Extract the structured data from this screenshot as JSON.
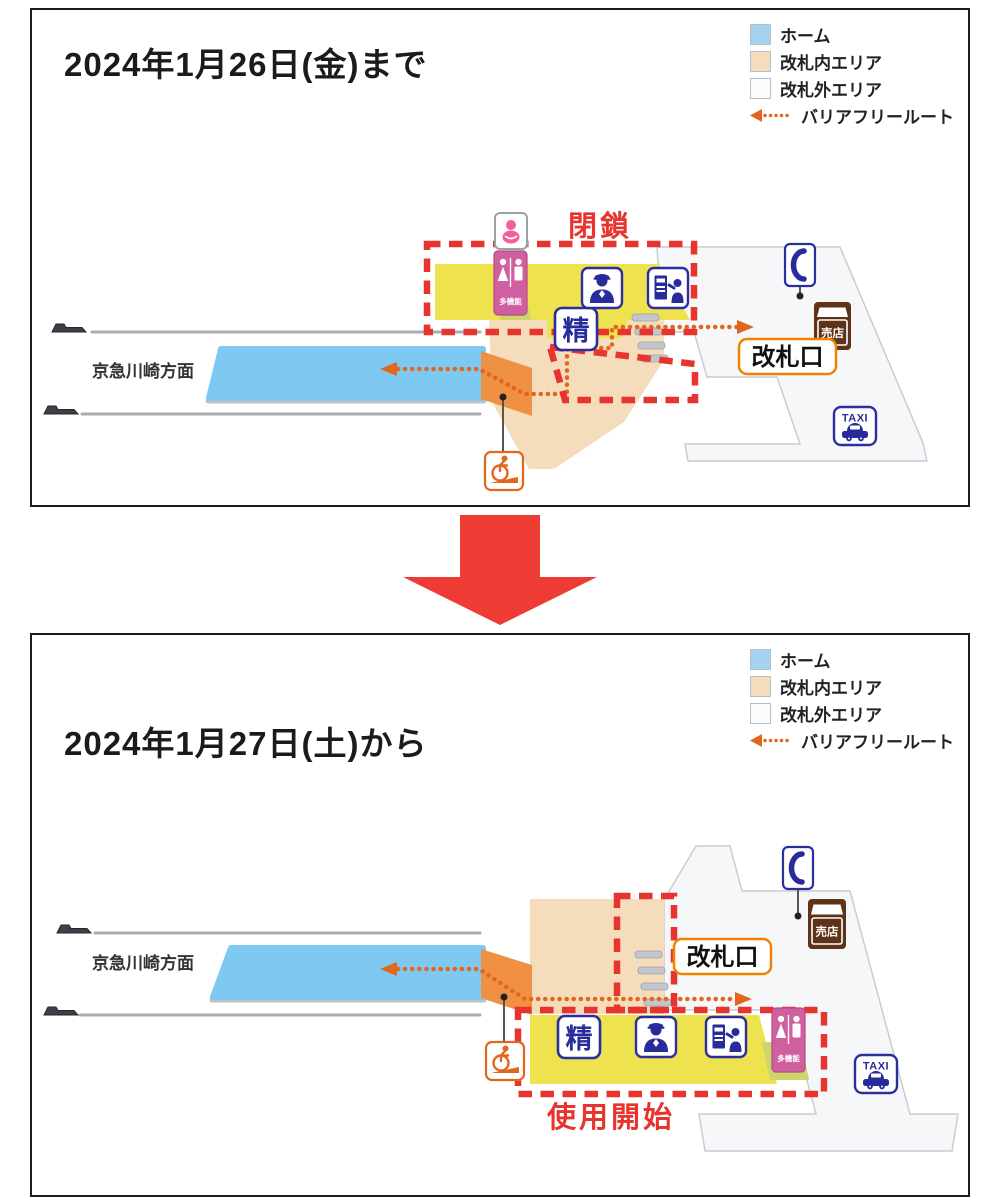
{
  "legend": {
    "items": [
      {
        "label": "ホーム",
        "color": "#a5d2f0"
      },
      {
        "label": "改札内エリア",
        "color": "#f5ddbc"
      },
      {
        "label": "改札外エリア",
        "color": "#fafbfd"
      }
    ],
    "route": {
      "label": "バリアフリールート",
      "color": "#e2671d"
    }
  },
  "colors": {
    "platform": "#7ec9f2",
    "inside_area": "#f5ddbc",
    "outside_area": "#f6f7f9",
    "yellow_zone": "#efe24f",
    "green_strip": "#cbd56b",
    "route": "#e2671d",
    "alert_red": "#e8342e",
    "icon_navy": "#272b9b",
    "toilet_pink": "#cf5f9f",
    "baby_pink": "#f0609b",
    "shop_brown": "#5f3317",
    "ramp_orange": "#ef9043",
    "big_arrow_red": "#ee3b33"
  },
  "panel_before": {
    "title": "2024年1月26日(金)まで",
    "status_label": "閉鎖",
    "direction_label": "京急川崎方面",
    "gate_label": "改札口",
    "fare_machine_label": "精",
    "shop_label": "売店",
    "multifunction_toilet_label": "多機能",
    "taxi_label": "TAXI"
  },
  "panel_after": {
    "title": "2024年1月27日(土)から",
    "status_label": "使用開始",
    "direction_label": "京急川崎方面",
    "gate_label": "改札口",
    "fare_machine_label": "精",
    "shop_label": "売店",
    "multifunction_toilet_label": "多機能",
    "taxi_label": "TAXI"
  }
}
